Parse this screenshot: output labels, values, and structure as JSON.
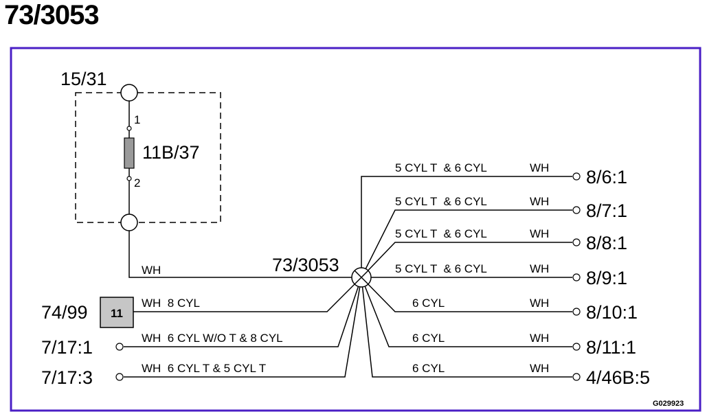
{
  "page_title": "73/3053",
  "frame_color": "#4a1fc6",
  "fuse_box": {
    "top_terminal": "15/31",
    "fuse_label": "11B/37",
    "pin_1": "1",
    "pin_2": "2",
    "wire_color": "WH"
  },
  "splice": {
    "label": "73/3053"
  },
  "left_connections": [
    {
      "label": "74/99",
      "connector_number": "11",
      "wire_text": "WH  8 CYL"
    },
    {
      "label": "7/17:1",
      "wire_text": "WH  6 CYL W/O T & 8 CYL"
    },
    {
      "label": "7/17:3",
      "wire_text": "WH  6 CYL T & 5 CYL T"
    }
  ],
  "right_connections": [
    {
      "label": "8/6:1",
      "variant": "5 CYL T  & 6 CYL",
      "color": "WH"
    },
    {
      "label": "8/7:1",
      "variant": "5 CYL T  & 6 CYL",
      "color": "WH"
    },
    {
      "label": "8/8:1",
      "variant": "5 CYL T  & 6 CYL",
      "color": "WH"
    },
    {
      "label": "8/9:1",
      "variant": "5 CYL T  & 6 CYL",
      "color": "WH"
    },
    {
      "label": "8/10:1",
      "variant": "6 CYL",
      "color": "WH"
    },
    {
      "label": "8/11:1",
      "variant": "6 CYL",
      "color": "WH"
    },
    {
      "label": "4/46B:5",
      "variant": "6 CYL",
      "color": "WH"
    }
  ],
  "figure_code": "G029923"
}
